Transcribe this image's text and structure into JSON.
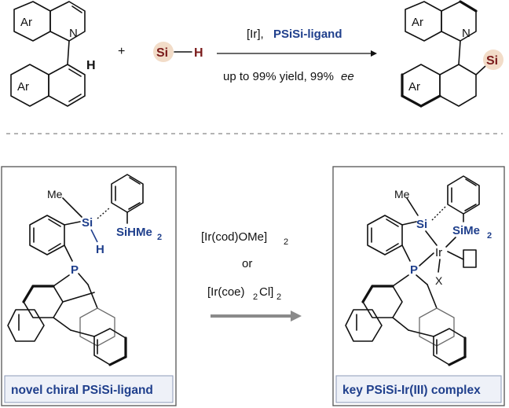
{
  "reaction": {
    "substrate_ar_top": "Ar",
    "substrate_ar_bottom": "Ar",
    "substrate_n": "N",
    "substrate_h": "H",
    "plus": "+",
    "silane_si": "Si",
    "silane_h": "H",
    "conditions_catalyst": "[Ir],",
    "conditions_ligand": "PSiSi-ligand",
    "conditions_yield": "up to 99% yield, 99%",
    "conditions_ee": "ee",
    "product_ar_top": "Ar",
    "product_ar_bottom": "Ar",
    "product_n": "N",
    "product_si": "Si"
  },
  "ligand_panel": {
    "me": "Me",
    "si": "Si",
    "h": "H",
    "sihme2": "SiHMe",
    "sihme2_sub": "2",
    "p": "P",
    "caption": "novel chiral PSiSi-ligand"
  },
  "middle": {
    "reagent1_main": "[Ir(cod)OMe]",
    "reagent1_sub": "2",
    "or": "or",
    "reagent2_a": "[Ir(coe)",
    "reagent2_a_sub": "2",
    "reagent2_b": "Cl]",
    "reagent2_b_sub": "2"
  },
  "complex_panel": {
    "me": "Me",
    "si": "Si",
    "sime2": "SiMe",
    "sime2_sub": "2",
    "ir": "Ir",
    "p": "P",
    "x": "X",
    "caption": "key PSiSi-Ir(III) complex"
  },
  "colors": {
    "accent_blue": "#1f3f8c",
    "si_badge": "#f2dcc8",
    "arrow_grey": "#8a8a8a"
  }
}
